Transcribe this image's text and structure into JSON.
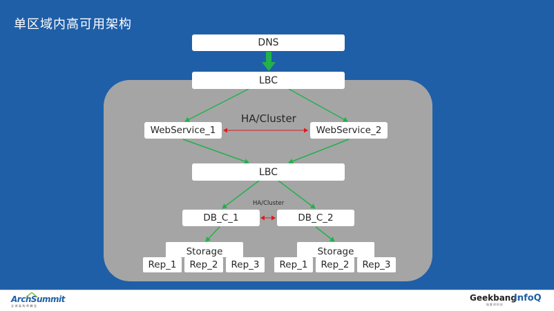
{
  "slide": {
    "title": "单区域内高可用架构"
  },
  "diagram": {
    "dns": "DNS",
    "lbc_top": "LBC",
    "webservice_1": "WebService_1",
    "webservice_2": "WebService_2",
    "ha_cluster_label_top": "HA/Cluster",
    "lbc_mid": "LBC",
    "ha_cluster_label_db": "HA/Cluster",
    "db_1": "DB_C_1",
    "db_2": "DB_C_2",
    "storage_1": "Storage",
    "storage_2": "Storage",
    "reps_1": [
      "Rep_1",
      "Rep_2",
      "Rep_3"
    ],
    "reps_2": [
      "Rep_1",
      "Rep_2",
      "Rep_3"
    ]
  },
  "colors": {
    "background": "#1f5fa8",
    "cluster_area": "#a5a5a5",
    "arrow_green": "#22b14c",
    "arrow_red": "#e0191b"
  },
  "footer": {
    "left_logo": {
      "name": "ArchSummit",
      "sub": "全球架构师峰会"
    },
    "right_logo_1": {
      "name": "Geekbang",
      "sub": "极客邦科技"
    },
    "right_logo_2": {
      "name": "InfoQ"
    }
  }
}
